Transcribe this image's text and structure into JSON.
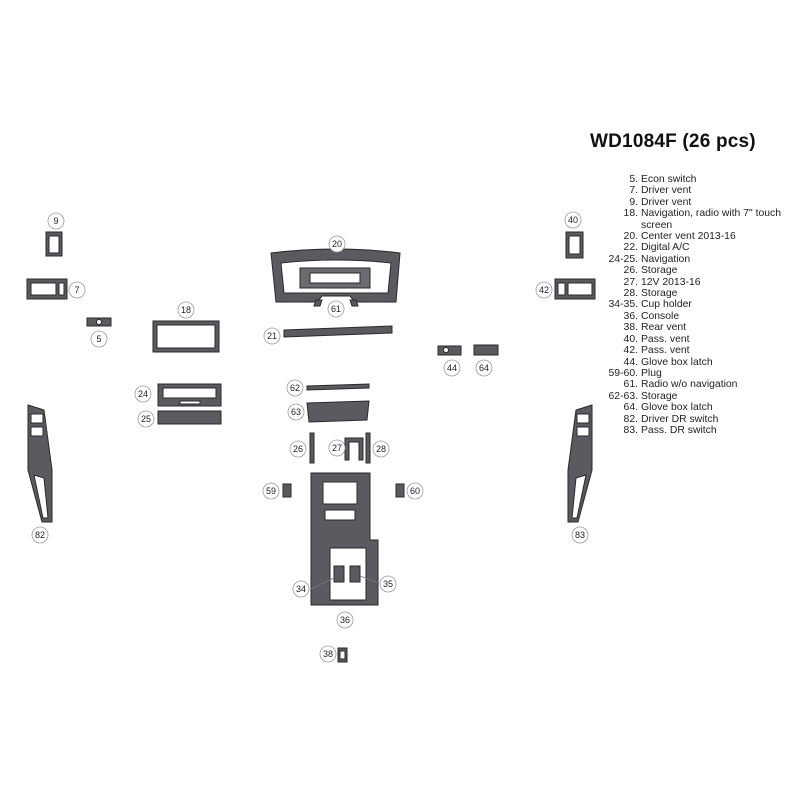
{
  "title": "WD1084F (26 pcs)",
  "legend": [
    {
      "num": "5.",
      "text": "Econ switch"
    },
    {
      "num": "7.",
      "text": "Driver vent"
    },
    {
      "num": "9.",
      "text": "Driver vent"
    },
    {
      "num": "18.",
      "text": "Navigation, radio with 7\" touch screen"
    },
    {
      "num": "20.",
      "text": "Center vent 2013-16"
    },
    {
      "num": "22.",
      "text": "Digital A/C"
    },
    {
      "num": "24-25.",
      "text": "Navigation"
    },
    {
      "num": "26.",
      "text": "Storage"
    },
    {
      "num": "27.",
      "text": "12V 2013-16"
    },
    {
      "num": "28.",
      "text": "Storage"
    },
    {
      "num": "34-35.",
      "text": "Cup holder"
    },
    {
      "num": "36.",
      "text": "Console"
    },
    {
      "num": "38.",
      "text": "Rear vent"
    },
    {
      "num": "40.",
      "text": "Pass. vent"
    },
    {
      "num": "42.",
      "text": "Pass. vent"
    },
    {
      "num": "44.",
      "text": "Glove box latch"
    },
    {
      "num": "59-60.",
      "text": "Plug"
    },
    {
      "num": "61.",
      "text": "Radio w/o navigation"
    },
    {
      "num": "62-63.",
      "text": "Storage"
    },
    {
      "num": "64.",
      "text": "Glove box latch"
    },
    {
      "num": "82.",
      "text": "Driver DR switch"
    },
    {
      "num": "83.",
      "text": "Pass. DR switch"
    }
  ],
  "callouts": {
    "c9": "9",
    "c7": "7",
    "c5": "5",
    "c18": "18",
    "c20": "20",
    "c61": "61",
    "c21": "21",
    "c24": "24",
    "c25": "25",
    "c62": "62",
    "c63": "63",
    "c26": "26",
    "c27": "27",
    "c28": "28",
    "c59": "59",
    "c60": "60",
    "c34": "34",
    "c35": "35",
    "c36": "36",
    "c38": "38",
    "c40": "40",
    "c42": "42",
    "c44": "44",
    "c64": "64",
    "c82": "82",
    "c83": "83"
  },
  "colors": {
    "part_fill": "#5a5a5f",
    "part_stroke": "#2a2a2e",
    "callout_stroke": "#9a9a9a"
  }
}
